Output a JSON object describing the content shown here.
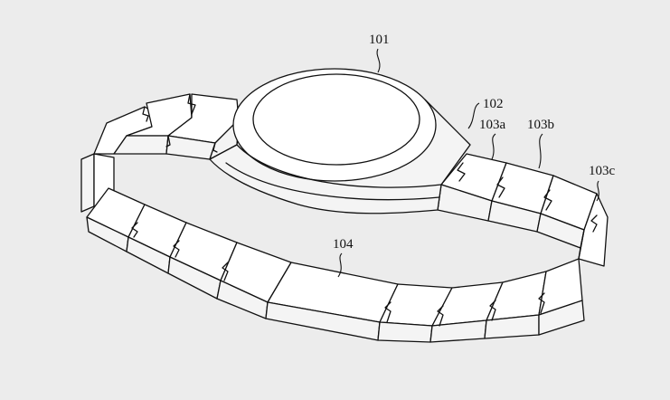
{
  "figure": {
    "background": "#ececec",
    "line_color": "#111111",
    "labels": {
      "watch_body": "101",
      "band_junction": "102",
      "link_a": "103a",
      "link_b": "103b",
      "link_c": "103c",
      "band_plate": "104"
    }
  }
}
